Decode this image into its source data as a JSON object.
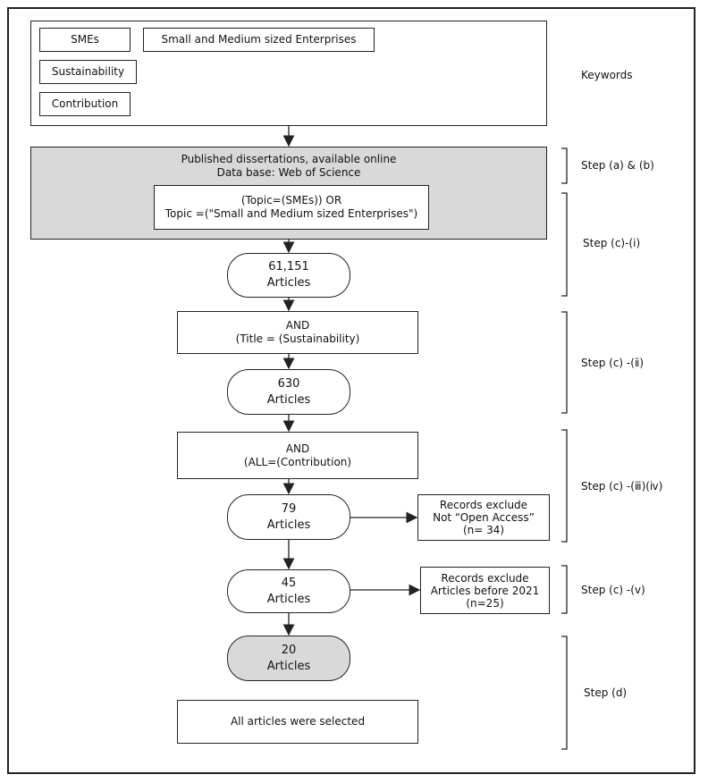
{
  "keywords_block": {
    "smes": "SMEs",
    "smes_full": "Small and Medium sized Enterprises",
    "sustainability": "Sustainability",
    "contribution": "Contribution",
    "side_label": "Keywords"
  },
  "database_block": {
    "line1": "Published dissertations, available online",
    "line2": "Data base: Web of Science",
    "query_line1": "(Topic=(SMEs)) OR",
    "query_line2": "Topic =(\"Small and Medium sized Enterprises\")"
  },
  "flow": {
    "count1": "61,151",
    "count2": "630",
    "count3": "79",
    "count4": "45",
    "count5": "20",
    "articles": "Articles",
    "and1_line1": "AND",
    "and1_line2": "(Title = (Sustainability)",
    "and2_line1": "AND",
    "and2_line2": "(ALL=(Contribution)",
    "exclude1_line1": "Records exclude",
    "exclude1_line2": "Not “Open Access”",
    "exclude1_line3": "(n= 34)",
    "exclude2_line1": "Records exclude",
    "exclude2_line2": "Articles before 2021",
    "exclude2_line3": "(n=25)",
    "final": "All articles were selected"
  },
  "steps": {
    "ab": "Step (a) & (b)",
    "c_i": "Step (c)-(ⅰ)",
    "c_ii": "Step (c) -(ⅱ)",
    "c_iii_iv": "Step (c) -(ⅲ)(ⅳ)",
    "c_v": "Step (c) -(ⅴ)",
    "d": "Step (d)"
  },
  "colors": {
    "shaded": "#d9d9d9",
    "stroke": "#222222"
  }
}
